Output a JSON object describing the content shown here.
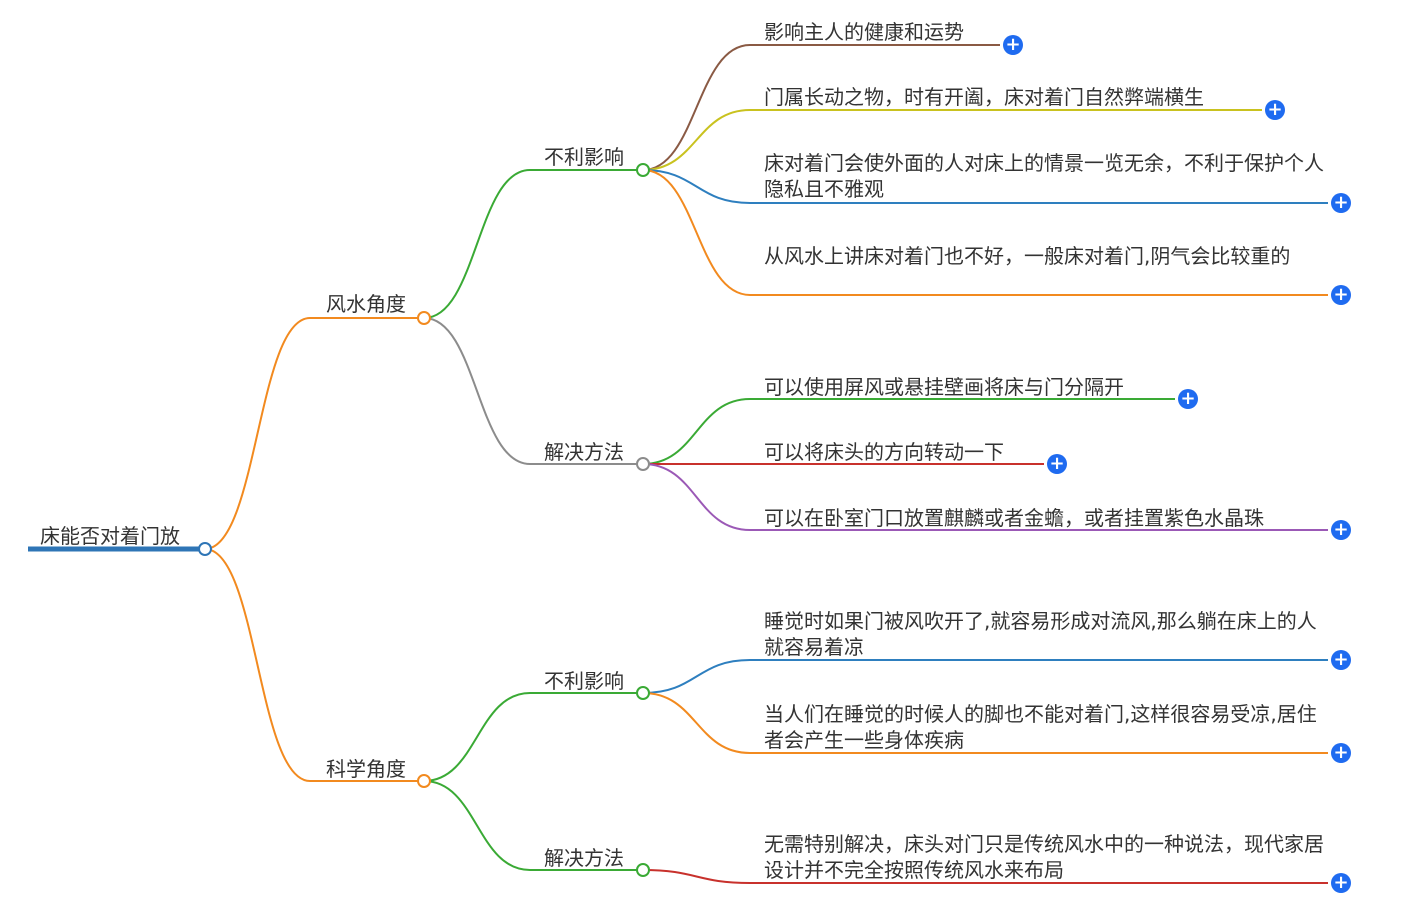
{
  "colors": {
    "root": "#2e75b6",
    "orange": "#f28a1f",
    "green": "#3aaa35",
    "gray": "#8c8c8c",
    "brown": "#8a5a44",
    "olive": "#c9c21f",
    "blue": "#2e7fbf",
    "red": "#c8312c",
    "purple": "#9b59b6",
    "expand": "#1f6bf0"
  },
  "root": {
    "label": "床能否对着门放"
  },
  "branches": [
    {
      "label": "风水角度",
      "groups": [
        {
          "label": "不利影响",
          "items": [
            "影响主人的健康和运势",
            "门属长动之物，时有开阖，床对着门自然弊端横生",
            "床对着门会使外面的人对床上的情景一览无余，不利于保护个人隐私且不雅观",
            "从风水上讲床对着门也不好，一般床对着门,阴气会比较重的"
          ]
        },
        {
          "label": "解决方法",
          "items": [
            "可以使用屏风或悬挂壁画将床与门分隔开",
            "可以将床头的方向转动一下",
            "可以在卧室门口放置麒麟或者金蟾，或者挂置紫色水晶珠"
          ]
        }
      ]
    },
    {
      "label": "科学角度",
      "groups": [
        {
          "label": "不利影响",
          "items": [
            "睡觉时如果门被风吹开了,就容易形成对流风,那么躺在床上的人就容易着凉",
            "当人们在睡觉的时候人的脚也不能对着门,这样很容易受凉,居住者会产生一些身体疾病"
          ]
        },
        {
          "label": "解决方法",
          "items": [
            "无需特别解决，床头对门只是传统风水中的一种说法，现代家居设计并不完全按照传统风水来布局"
          ]
        }
      ]
    }
  ]
}
